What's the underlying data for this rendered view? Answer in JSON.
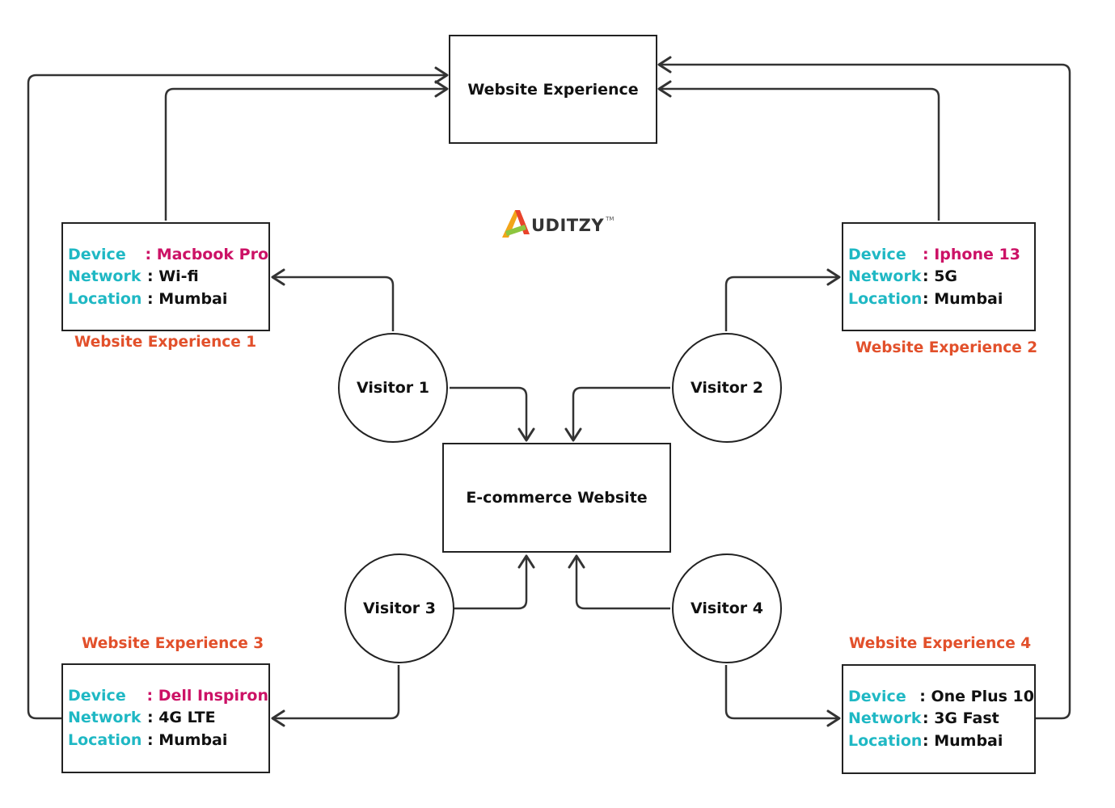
{
  "nodes": {
    "website_experience": "Website Experience",
    "ecommerce_website": "E-commerce Website"
  },
  "visitors": [
    "Visitor 1",
    "Visitor 2",
    "Visitor 3",
    "Visitor 4"
  ],
  "experiences": [
    {
      "label": "Website Experience 1",
      "rows": [
        {
          "key": "Device",
          "value": ": Macbook Pro"
        },
        {
          "key": "Network",
          "value": ": Wi-fi"
        },
        {
          "key": "Location",
          "value": ": Mumbai"
        }
      ]
    },
    {
      "label": "Website Experience 2",
      "rows": [
        {
          "key": "Device",
          "value": ": Iphone 13"
        },
        {
          "key": "Network",
          "value": ": 5G"
        },
        {
          "key": "Location",
          "value": ": Mumbai"
        }
      ]
    },
    {
      "label": "Website Experience 3",
      "rows": [
        {
          "key": "Device",
          "value": ": Dell Inspiron"
        },
        {
          "key": "Network",
          "value": ": 4G LTE"
        },
        {
          "key": "Location",
          "value": ": Mumbai"
        }
      ]
    },
    {
      "label": "Website Experience 4",
      "rows": [
        {
          "key": "Device",
          "value": ":  One Plus 10"
        },
        {
          "key": "Network",
          "value": ": 3G Fast"
        },
        {
          "key": "Location",
          "value": ": Mumbai"
        }
      ]
    }
  ],
  "logo": {
    "text": "UDITZY",
    "tm": "TM"
  },
  "colors": {
    "key_text": "#1fb8c4",
    "highlight_value": "#cc1266",
    "experience_label": "#e2502b",
    "stroke": "#333333"
  }
}
